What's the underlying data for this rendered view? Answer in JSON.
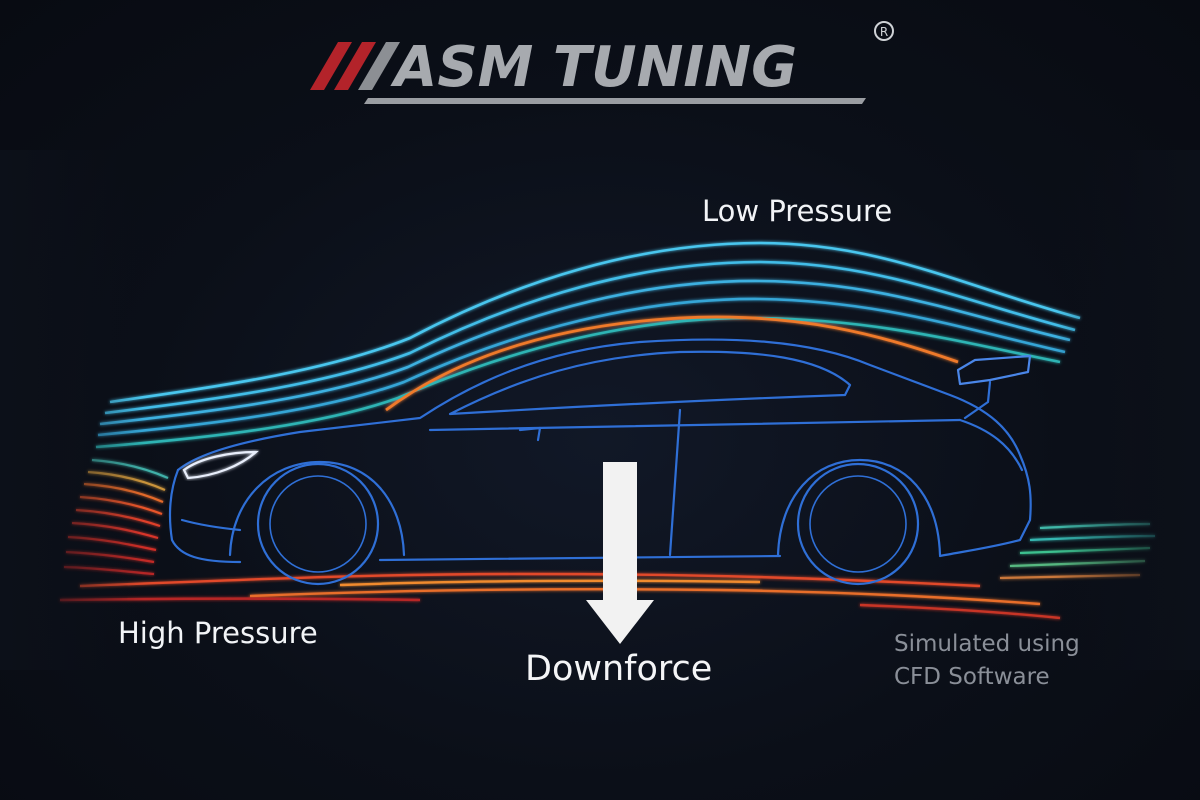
{
  "brand": {
    "name": "ASM TUNING",
    "registered_mark": "R",
    "colors": {
      "stripe_red": "#b3232a",
      "stripe_grey": "#8c8f94",
      "wordmark": "#a7aaaf",
      "underline": "#9a9da2"
    }
  },
  "labels": {
    "low_pressure": "Low Pressure",
    "high_pressure": "High Pressure",
    "downforce": "Downforce",
    "note_line1": "Simulated using",
    "note_line2": "CFD Software"
  },
  "icons": {
    "downforce_arrow": "arrow-down-icon",
    "car": "car-outline-icon"
  },
  "colors": {
    "background": "#0c1019",
    "car_outline": "#2f6fd6",
    "flow_cool": "#3fb8e6",
    "flow_mid": "#29c9a8",
    "flow_warm": "#f07a2a",
    "flow_hot": "#e0352b",
    "arrow": "#f2f2f2",
    "note_text": "#8a8f98"
  }
}
